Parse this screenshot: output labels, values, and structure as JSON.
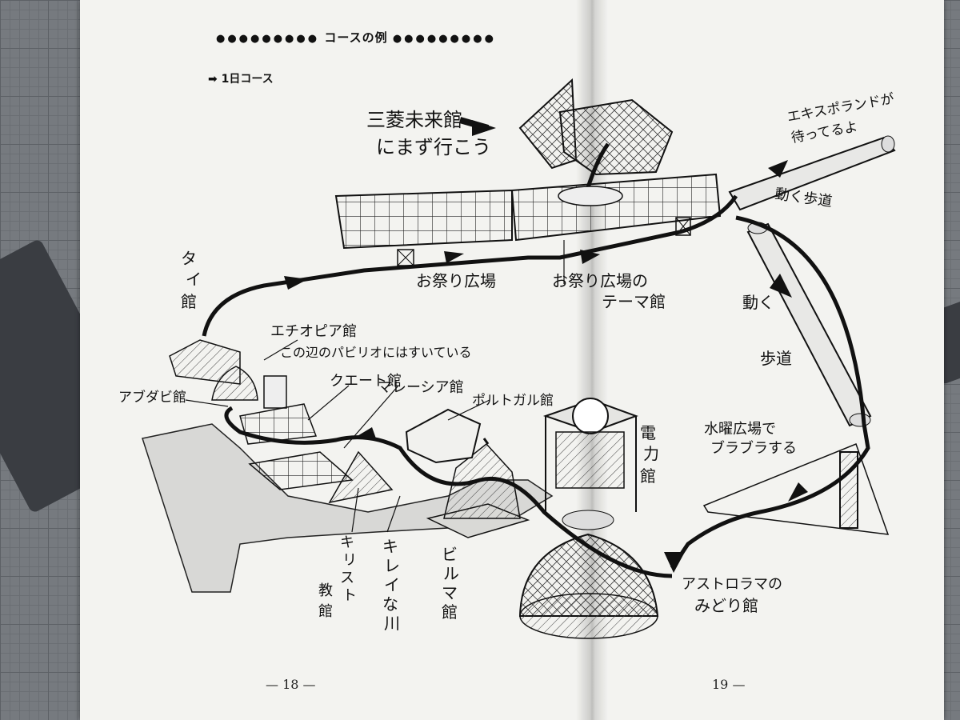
{
  "header": {
    "dots_left": "●●●●●●●●●",
    "title": "コースの例",
    "dots_right": "●●●●●●●●●",
    "course_arrow": "➡",
    "course": "1日コース"
  },
  "labels": {
    "mitsubishi_line1": "三菱未来館",
    "mitsubishi_line2": "にまず行こう",
    "expoland_line1": "エキスポランドが",
    "expoland_line2": "待ってるよ",
    "walkway1": "動く歩道",
    "walkway2_line1": "動く",
    "walkway2_line2": "歩道",
    "festival_plaza": "お祭り広場",
    "theme_line1": "お祭り広場の",
    "theme_line2": "テーマ館",
    "thai": [
      "タ",
      "イ",
      "館"
    ],
    "ethiopia": "エチオピア館",
    "pavilion_note": "この辺のパビリオにはすいている",
    "abu_dhabi": "アブダビ館",
    "kuwait": "クエート館",
    "malaysia": "マレーシア館",
    "portugal": "ポルトガル館",
    "electric": [
      "電",
      "力",
      "館"
    ],
    "wednesday_line1": "水曜広場で",
    "wednesday_line2": "ブラブラする",
    "church": [
      "キ",
      "リ",
      "ス",
      "ト"
    ],
    "church_line2": [
      "教",
      "館"
    ],
    "river": [
      "キ",
      "レ",
      "イ",
      "な",
      "川"
    ],
    "burma": [
      "ビ",
      "ル",
      "マ",
      "館"
    ],
    "astrorama_line1": "アストロラマの",
    "astrorama_line2": "みどり館"
  },
  "pages": {
    "left": "— 18 —",
    "right": "19 —"
  }
}
